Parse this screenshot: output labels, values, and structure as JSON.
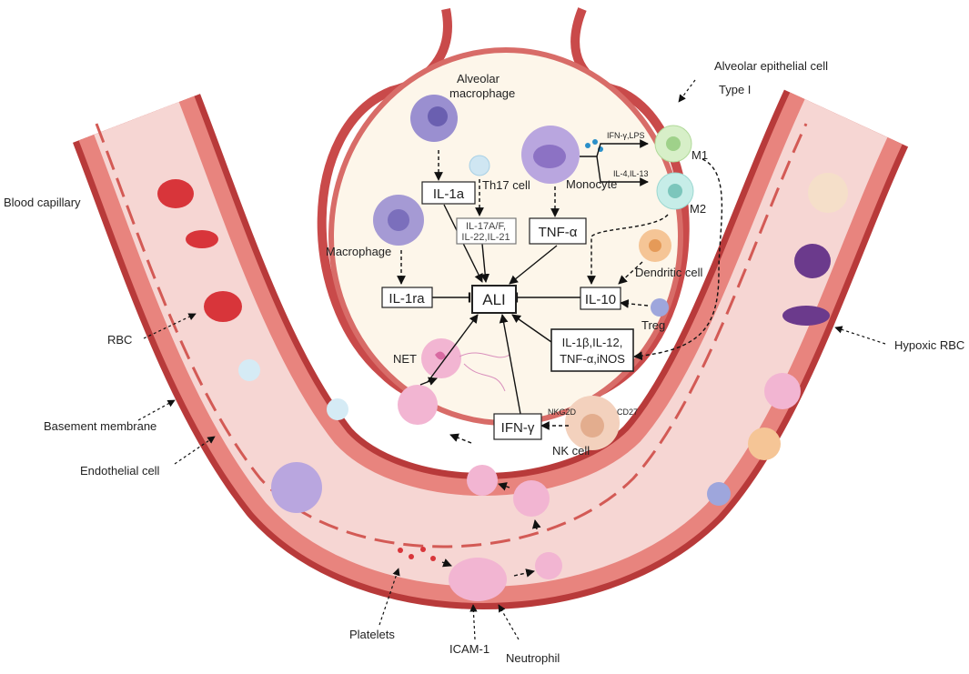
{
  "labels": {
    "alveolar_macrophage_1": "Alveolar",
    "alveolar_macrophage_2": "macrophage",
    "alveolar_epithelial_1": "Alveolar epithelial cell",
    "alveolar_epithelial_2": "Type I",
    "blood_capillary": "Blood capillary",
    "th17": "Th17 cell",
    "monocyte": "Monocyte",
    "m1": "M1",
    "m2": "M2",
    "macrophage": "Macrophage",
    "dendritic": "Dendritic cell",
    "treg": "Treg",
    "rbc": "RBC",
    "hypoxic_rbc": "Hypoxic RBC",
    "basement": "Basement membrane",
    "endothelial": "Endothelial cell",
    "net": "NET",
    "nk": "NK cell",
    "nkg2d": "NKG2D",
    "cd27": "CD27",
    "platelets": "Platelets",
    "icam": "ICAM-1",
    "neutrophil": "Neutrophil",
    "ifn_lps": "IFN-γ,LPS",
    "il4_il13": "IL-4,IL-13"
  },
  "boxes": {
    "il1a": "IL-1a",
    "il17_1": "IL-17A/F,",
    "il17_2": "IL-22,IL-21",
    "tnfa": "TNF-α",
    "il1ra": "IL-1ra",
    "ali": "ALI",
    "il10": "IL-10",
    "m1out_1": "IL-1β,IL-12,",
    "m1out_2": "TNF-α,iNOS",
    "ifng": "IFN-γ"
  },
  "colors": {
    "vessel": "#c94a4a",
    "vessel_fill": "#f7d9d6",
    "alveolus": "#fdf6ea",
    "macrophage": "#9a8fd0",
    "rbc": "#d8353a",
    "hypoxic": "#6b3a8c",
    "neutrophil": "#e99ac2"
  }
}
